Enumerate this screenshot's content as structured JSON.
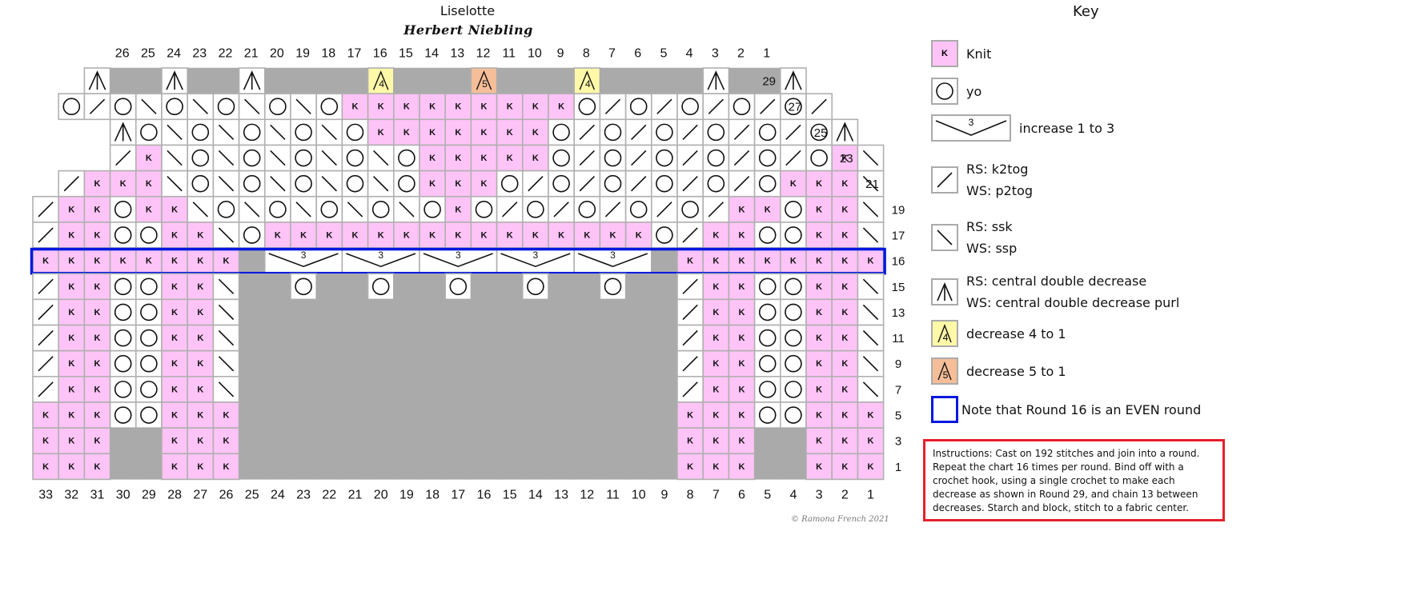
{
  "title": "Liselotte",
  "designer": "Herbert Niebling",
  "copyright": "© Ramona French 2021",
  "instructions": "Instructions: Cast on 192 stitches and join into a round. Repeat the chart 16 times per round. Bind off with a crochet hook, using a single crochet to make each decrease as shown in Round 29, and chain 13 between decreases. Starch and block, stitch to a fabric center.",
  "colors": {
    "knit": "#FFC4F7",
    "no_stitch": "#AAAAAA",
    "dec4": "#FFF8A8",
    "dec5": "#F5BE98",
    "highlight": "#0018E0",
    "frame": "#E4202B",
    "grid": "#B0B0B0"
  },
  "key": {
    "title": "Key",
    "items": [
      {
        "symbol": "knit-icon",
        "lines": [
          "Knit"
        ]
      },
      {
        "symbol": "yo-icon",
        "lines": [
          "yo"
        ]
      },
      {
        "symbol": "increase-icon",
        "sym_text": "3",
        "lines": [
          "increase 1 to 3"
        ]
      },
      {
        "symbol": "k2tog-icon",
        "lines": [
          "RS: k2tog",
          "WS: p2tog"
        ]
      },
      {
        "symbol": "ssk-icon",
        "lines": [
          "RS: ssk",
          "WS: ssp"
        ]
      },
      {
        "symbol": "cdd-icon",
        "lines": [
          "RS: central double decrease",
          "WS: central double decrease purl"
        ]
      },
      {
        "symbol": "dec4-icon",
        "sym_text": "4",
        "lines": [
          "decrease 4 to 1"
        ]
      },
      {
        "symbol": "dec5-icon",
        "sym_text": "5",
        "lines": [
          "decrease 5 to 1"
        ]
      },
      {
        "symbol": "round-highlight-icon",
        "lines": [
          "Note that Round 16 is an EVEN round"
        ]
      }
    ]
  },
  "chart_data": {
    "type": "table",
    "knit_glyph": "K",
    "bottom_stitch_numbers": [
      33,
      32,
      31,
      30,
      29,
      28,
      27,
      26,
      25,
      24,
      23,
      22,
      21,
      20,
      19,
      18,
      17,
      16,
      15,
      14,
      13,
      12,
      11,
      10,
      9,
      8,
      7,
      6,
      5,
      4,
      3,
      2,
      1
    ],
    "legend_codes": {
      "K": "knit",
      "O": "yo",
      "/": "k2tog",
      "\\": "ssk",
      "A": "central double decrease",
      "4": "decrease 4 to 1",
      "5": "decrease 5 to 1",
      "I": "increase 1 to 3",
      "i": "continuation of increase cell",
      "X": "no stitch",
      "_": "outside chart"
    },
    "top_stitch_numbers": {
      "columns_from_left": [
        3,
        4,
        5,
        6,
        7,
        8,
        9,
        10,
        11,
        12,
        13,
        14,
        15,
        16,
        17,
        18,
        19,
        20,
        21,
        22,
        23,
        24,
        25,
        26,
        27,
        28,
        29,
        30
      ],
      "labels": [
        26,
        25,
        24,
        23,
        22,
        21,
        20,
        19,
        18,
        17,
        16,
        15,
        14,
        13,
        12,
        11,
        10,
        9,
        8,
        7,
        6,
        5,
        4,
        3,
        2,
        1
      ]
    },
    "rows": [
      {
        "label": "29",
        "label_col": 28,
        "cells": "__AXXAXXAXXXX4XXX5XXX4XXXXAXXA___"
      },
      {
        "label": "27",
        "label_col": 29,
        "cells": "_O/O\\O\\O\\O\\OKKKKKKKKKO/O/O/O/O/__"
      },
      {
        "label": "25",
        "label_col": 30,
        "cells": "___AO\\O\\O\\O\\OKKKKKKKO/O/O/O/O/OA_"
      },
      {
        "label": "23",
        "label_col": 31,
        "cells": "___/K\\O\\O\\O\\O\\OKKKKKO/O/O/O/O/OK\\"
      },
      {
        "label": "21",
        "label_col": 32,
        "cells": "_/KKK\\O\\O\\O\\O\\OKKKO/O/O/O/O/OKKK\\"
      },
      {
        "label": "19",
        "label_col": 33,
        "cells": "/KKOKK\\O\\O\\O\\O\\OKO/O/O/O/O/KKOKK\\"
      },
      {
        "label": "17",
        "label_col": 33,
        "cells": "/KKOOKK\\OKKKKKKKKKKKKKKKO/KKOOKK\\"
      },
      {
        "label": "16",
        "label_col": 33,
        "cells": "KKKKKKKKXIiiIiiIiiIiiIiiXKKKKKKKK"
      },
      {
        "label": "15",
        "label_col": 33,
        "cells": "/KKOOKK\\XXOXXOXXOXXOXXOXX/KKOOKK\\"
      },
      {
        "label": "13",
        "label_col": 33,
        "cells": "/KKOOKK\\XXXXXXXXXXXXXXXXX/KKOOKK\\"
      },
      {
        "label": "11",
        "label_col": 33,
        "cells": "/KKOOKK\\XXXXXXXXXXXXXXXXX/KKOOKK\\"
      },
      {
        "label": "9",
        "label_col": 33,
        "cells": "/KKOOKK\\XXXXXXXXXXXXXXXXX/KKOOKK\\"
      },
      {
        "label": "7",
        "label_col": 33,
        "cells": "/KKOOKK\\XXXXXXXXXXXXXXXXX/KKOOKK\\"
      },
      {
        "label": "5",
        "label_col": 33,
        "cells": "KKKOOKKKXXXXXXXXXXXXXXXXXKKKOOKKK"
      },
      {
        "label": "3",
        "label_col": 33,
        "cells": "KKKXXKKKXXXXXXXXXXXXXXXXXKKKXXKKK"
      },
      {
        "label": "1",
        "label_col": 33,
        "cells": "KKKXXKKKXXXXXXXXXXXXXXXXXKKKXXKKK"
      }
    ],
    "highlighted_round": "16"
  }
}
